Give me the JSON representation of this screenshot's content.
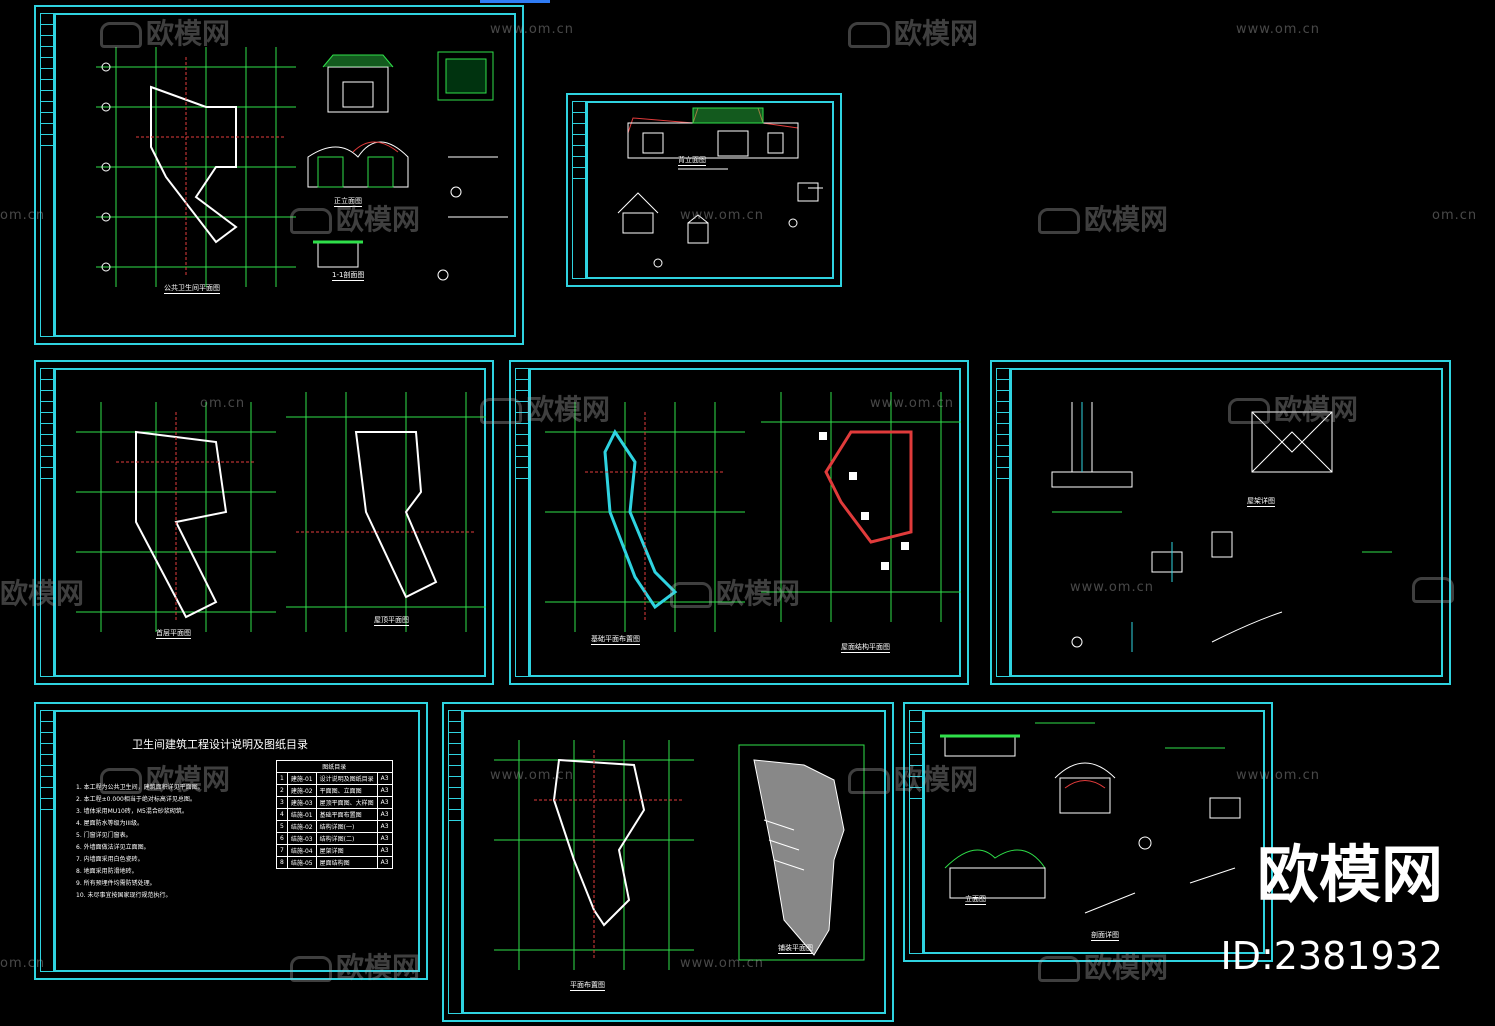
{
  "watermark": {
    "brand": "欧模网",
    "url": "www.om.cn",
    "url_short": "om.cn"
  },
  "footer": {
    "brand": "欧模网",
    "id_label": "ID:2381932"
  },
  "sheets": {
    "s1": {
      "caption_main": "公共卫生间平面图",
      "caption_elev": "正立面图",
      "caption_section": "1-1剖面图"
    },
    "s2": {
      "caption": "背立面图"
    },
    "s3": {
      "caption_left": "首层平面图",
      "caption_right": "屋顶平面图"
    },
    "s4": {
      "caption_left": "基础平面布置图",
      "caption_right": "屋面结构平面图"
    },
    "s5": {
      "caption": "屋架详图"
    },
    "s6": {
      "title": "卫生间建筑工程设计说明及图纸目录",
      "index_header": "图纸目录",
      "notes": [
        "1. 本工程为公共卫生间，建筑面积详见平面图。",
        "2. 本工程±0.000相当于绝对标高详见总图。",
        "3. 墙体采用MU10砖，M5混合砂浆砌筑。",
        "4. 屋面防水等级为III级。",
        "5. 门窗详见门窗表。",
        "6. 外墙面做法详见立面图。",
        "7. 内墙面采用白色瓷砖。",
        "8. 地面采用防滑地砖。",
        "9. 所有预埋件均需防锈处理。",
        "10. 未尽事宜按国家现行规范执行。"
      ],
      "index_rows": [
        {
          "no": "1",
          "code": "建施-01",
          "name": "设计说明及图纸目录",
          "size": "A3"
        },
        {
          "no": "2",
          "code": "建施-02",
          "name": "平面图、立面图",
          "size": "A3"
        },
        {
          "no": "3",
          "code": "建施-03",
          "name": "屋顶平面图、大样图",
          "size": "A3"
        },
        {
          "no": "4",
          "code": "结施-01",
          "name": "基础平面布置图",
          "size": "A3"
        },
        {
          "no": "5",
          "code": "结施-02",
          "name": "结构详图(一)",
          "size": "A3"
        },
        {
          "no": "6",
          "code": "结施-03",
          "name": "结构详图(二)",
          "size": "A3"
        },
        {
          "no": "7",
          "code": "结施-04",
          "name": "屋架详图",
          "size": "A3"
        },
        {
          "no": "8",
          "code": "结施-05",
          "name": "屋面结构图",
          "size": "A3"
        }
      ]
    },
    "s7": {
      "caption_left": "平面布置图",
      "caption_right": "铺装平面图"
    },
    "s8": {
      "caption_left": "立面图",
      "caption_right": "剖面详图"
    }
  }
}
